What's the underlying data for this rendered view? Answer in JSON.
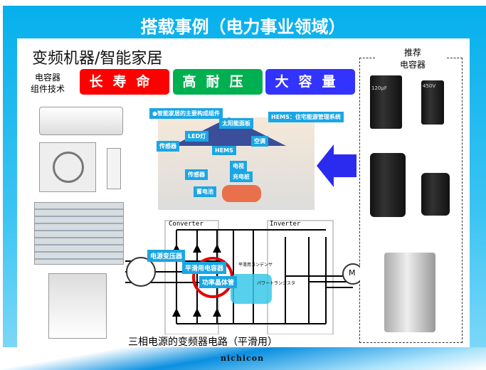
{
  "title": "搭载事例（电力事业领域）",
  "heading": "变频机器/智能家居",
  "tech_label": [
    "电容器",
    "组件技术"
  ],
  "features": [
    {
      "label": "长寿命",
      "color": "#ff0000"
    },
    {
      "label": "高耐压",
      "color": "#00b050"
    },
    {
      "label": "大容量",
      "color": "#3333ff"
    }
  ],
  "recommended": [
    "推荐",
    "电容器"
  ],
  "smart_home": {
    "tags": [
      "●智能家居的主要构成组件",
      "太阳能面板",
      "HEMS：住宅能源管理系统",
      "LED灯",
      "空调",
      "传感器",
      "HEMS",
      "电视",
      "传感器",
      "充电桩",
      "蓄电池"
    ]
  },
  "circuit": {
    "converter": "Converter",
    "inverter": "Inverter",
    "tags": [
      "电源变压器",
      "平滑用电容器",
      "功率晶体管"
    ],
    "jp_labels": [
      "平滑用コンデンサ",
      "パワートランジスタ"
    ],
    "motor": "M",
    "caption": "三相电源的变频器电路（平滑用）"
  },
  "cap_labels": [
    "120µF",
    "450V"
  ],
  "logo": "nichicon"
}
